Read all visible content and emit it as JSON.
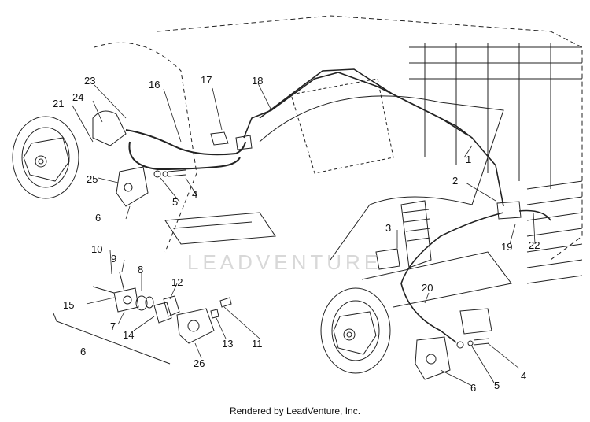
{
  "callouts": {
    "c1": "1",
    "c2": "2",
    "c3": "3",
    "c4a": "4",
    "c4b": "4",
    "c5a": "5",
    "c5b": "5",
    "c6a": "6",
    "c6b": "6",
    "c6c": "6",
    "c7": "7",
    "c8": "8",
    "c9": "9",
    "c10": "10",
    "c11": "11",
    "c12": "12",
    "c13": "13",
    "c14": "14",
    "c15": "15",
    "c16": "16",
    "c17": "17",
    "c18": "18",
    "c19": "19",
    "c20": "20",
    "c21": "21",
    "c22": "22",
    "c23": "23",
    "c24": "24",
    "c25": "25",
    "c26": "26"
  },
  "watermark": "LEADVENTURE",
  "footer": "Rendered by LeadVenture, Inc."
}
